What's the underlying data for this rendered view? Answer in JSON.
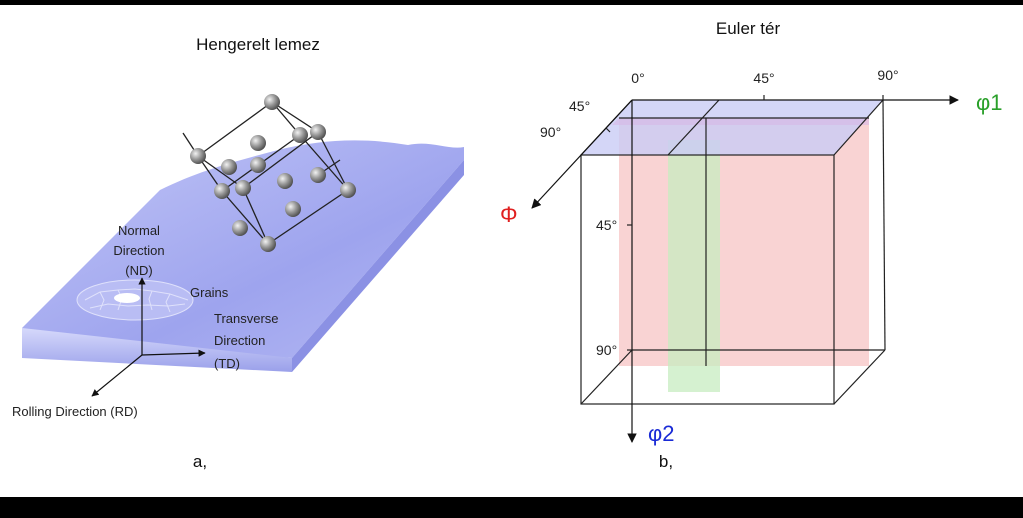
{
  "panel_a": {
    "title": "Hengerelt lemez",
    "normal_direction": [
      "Normal",
      "Direction",
      "(ND)"
    ],
    "grains": "Grains",
    "transverse_direction": [
      "Transverse",
      "Direction",
      "(TD)"
    ],
    "rolling_direction": "Rolling Direction (RD)",
    "caption": "a,"
  },
  "panel_b": {
    "title": "Euler tér",
    "phi1_axis": "φ1",
    "Phi_axis": "Φ",
    "phi2_axis": "φ2",
    "phi1_ticks": [
      "0°",
      "45°",
      "90°"
    ],
    "Phi_ticks": [
      "45°",
      "90°"
    ],
    "phi2_ticks": [
      "45°",
      "90°"
    ],
    "caption": "b,"
  },
  "colors": {
    "sheet": "#a9aef0",
    "phi1": "#2aa02a",
    "Phi": "#e02020",
    "phi2": "#1a2bd6",
    "plane_red": "#f7c4c4",
    "plane_green": "#c7ecc0",
    "plane_blue": "#c9ccf5"
  }
}
